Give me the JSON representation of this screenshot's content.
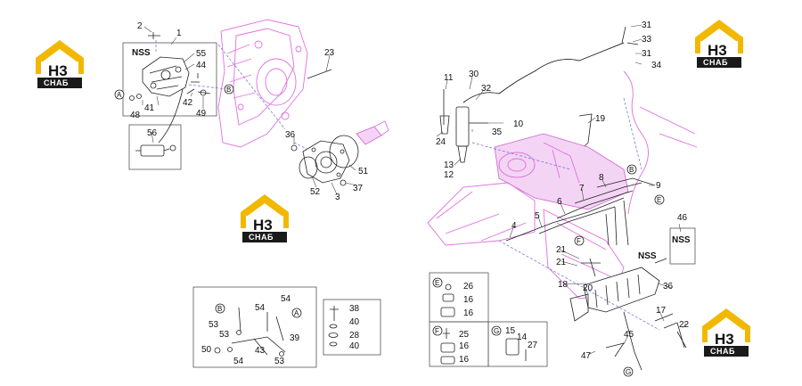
{
  "watermark": {
    "mark": "H3",
    "text": "СНАБ",
    "color_primary": "#f2b800",
    "color_dark": "#1a1a1a"
  },
  "group_label": "NSS",
  "callouts": {
    "c1": "1",
    "c2": "2",
    "c55": "55",
    "c44": "44",
    "c41": "41",
    "c42": "42",
    "c48": "48",
    "c49": "49",
    "c56": "56",
    "c23": "23",
    "c36a": "36",
    "c51": "51",
    "c52": "52",
    "c3": "3",
    "c37": "37",
    "c11": "11",
    "c30": "30",
    "c32": "32",
    "c10": "10",
    "c35": "35",
    "c24": "24",
    "c13": "13",
    "c12": "12",
    "c19": "19",
    "c31a": "31",
    "c33": "33",
    "c31b": "31",
    "c34": "34",
    "c8": "8",
    "c9": "9",
    "c7": "7",
    "c6": "6",
    "c5": "5",
    "c4": "4",
    "c21a": "21",
    "c21b": "21",
    "c18": "18",
    "c20": "20",
    "c46": "46",
    "c36b": "36",
    "c17": "17",
    "c22": "22",
    "c45": "45",
    "c47": "47",
    "c54a": "54",
    "c54b": "54",
    "c53a": "53",
    "c53b": "53",
    "c53c": "53",
    "c39": "39",
    "c43": "43",
    "c50": "50",
    "c54c": "54",
    "c38": "38",
    "c40a": "40",
    "c28": "28",
    "c40b": "40",
    "c26": "26",
    "c16a": "16",
    "c16b": "16",
    "c25": "25",
    "c16c": "16",
    "c16d": "16",
    "c15": "15",
    "c14": "14",
    "c27": "27"
  },
  "refs": {
    "A1": "A",
    "A2": "A",
    "B1": "B",
    "B2": "B",
    "B3": "B",
    "E1": "E",
    "E2": "E",
    "F1": "F",
    "F2": "F",
    "G1": "G",
    "G2": "G"
  }
}
